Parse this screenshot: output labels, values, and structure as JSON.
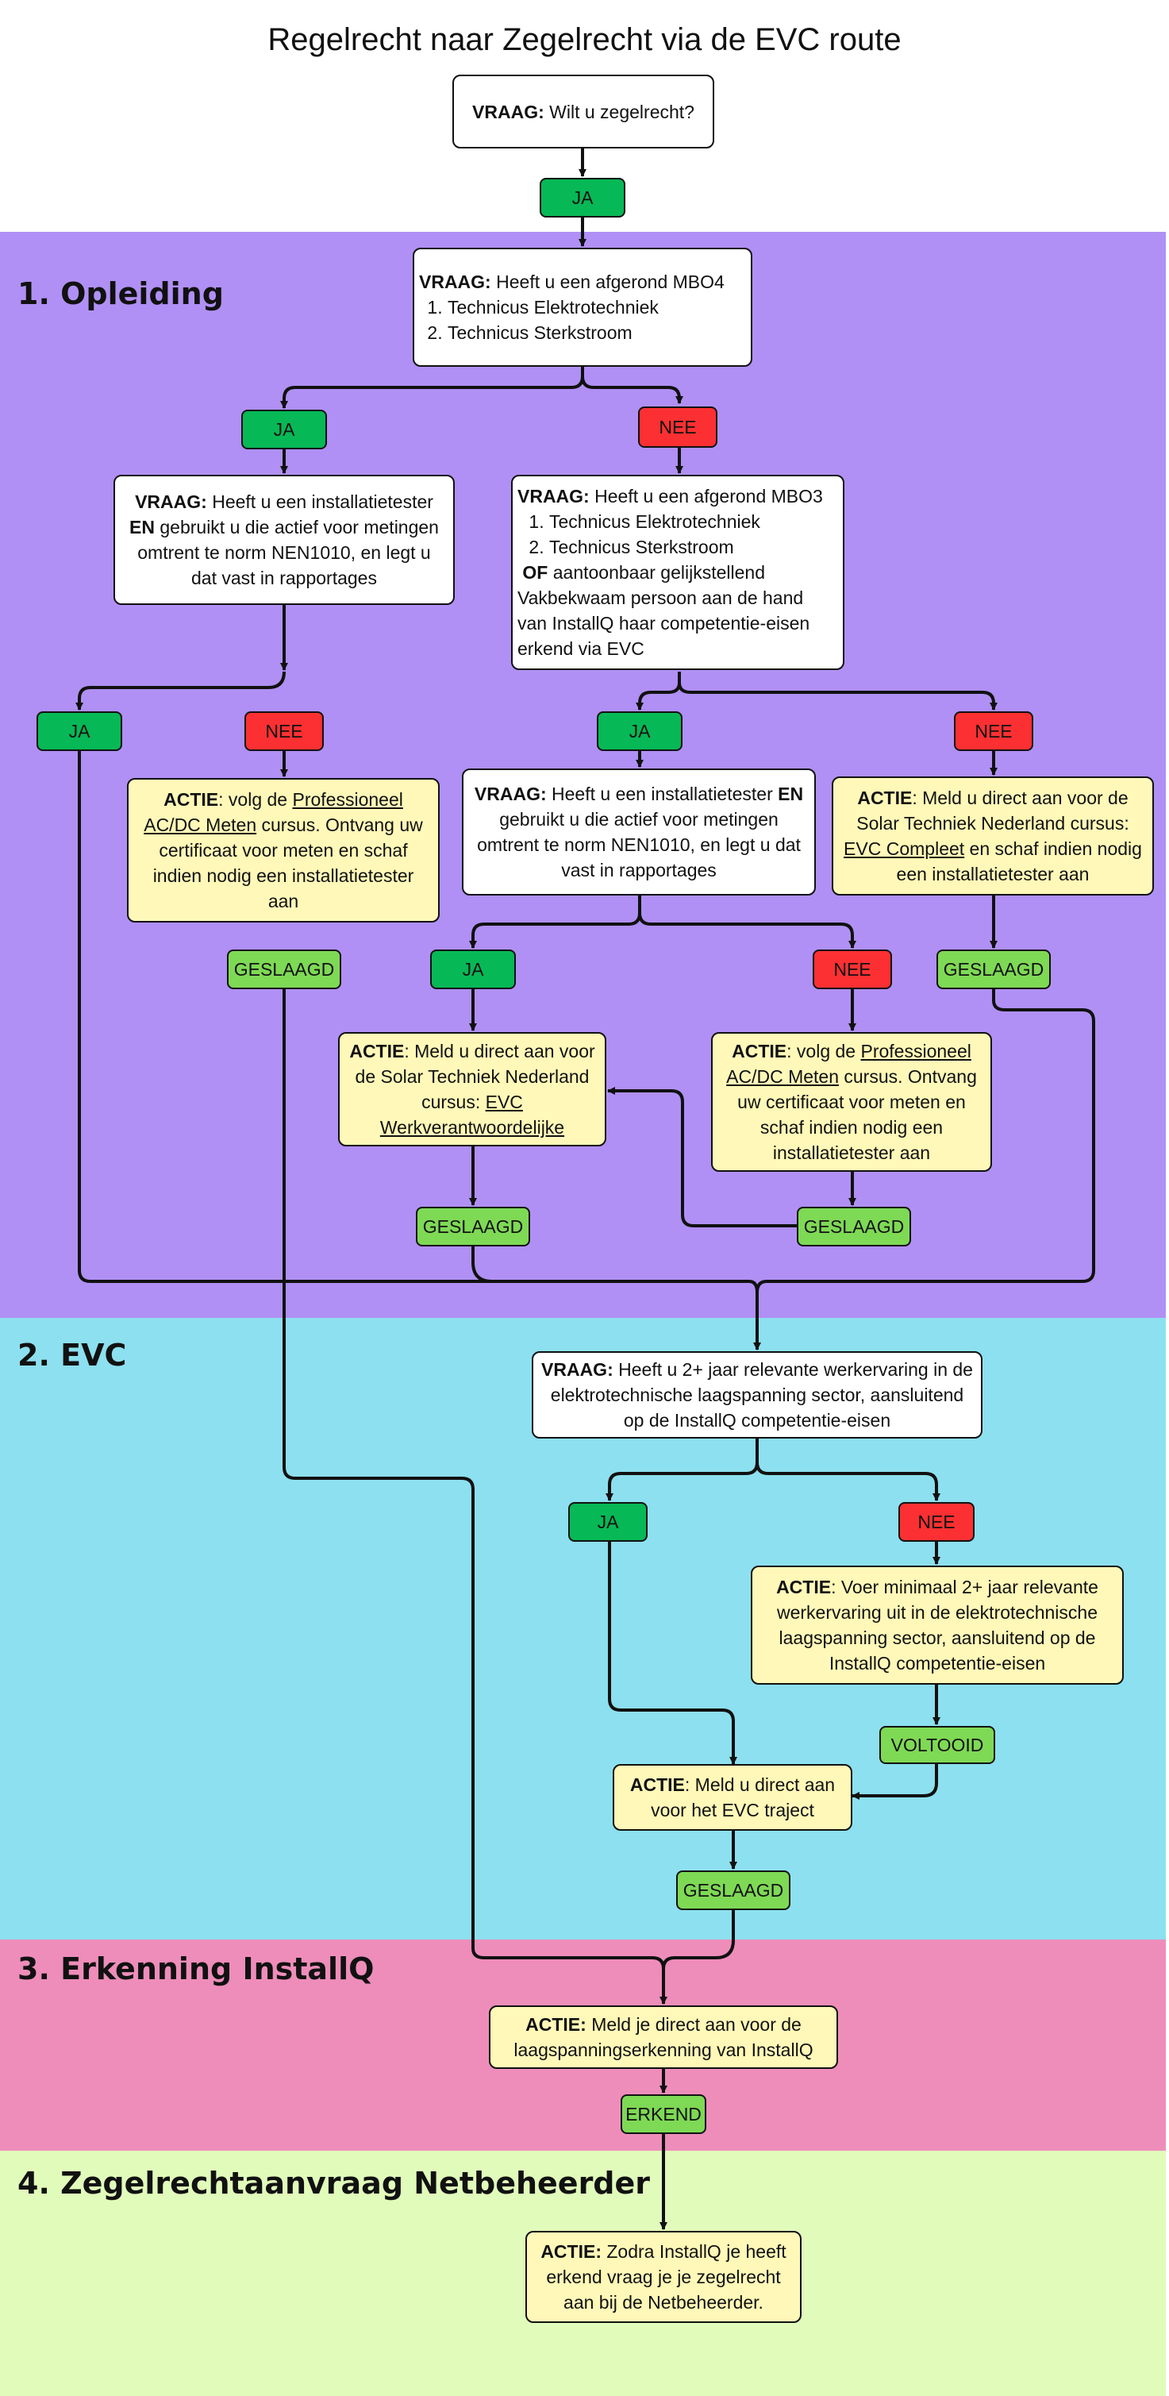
{
  "title": "Regelrecht naar Zegelrecht via de EVC route",
  "colors": {
    "opleiding_band": "#b090f4",
    "evc_band": "#8de0ef",
    "erkenning_band": "#ee8dba",
    "netbeheerder_band": "#e1fbbb",
    "ja": "#07b856",
    "nee": "#fc3032",
    "geslaagd": "#7ed955",
    "actie_box": "#fff8b8"
  },
  "sections": {
    "s1": "1. Opleiding",
    "s2": "2. EVC",
    "s3": "3. Erkenning InstallQ",
    "s4": "4. Zegelrechtaanvraag Netbeheerder"
  },
  "labels": {
    "vraag": "VRAAG:",
    "actie": "ACTIE",
    "actie_colon": "ACTIE:",
    "en": "EN",
    "of": "OF",
    "ja": "JA",
    "nee": "NEE",
    "geslaagd": "GESLAAGD",
    "voltooid": "VOLTOOID",
    "erkend": "ERKEND"
  },
  "q_zegelrecht": {
    "text": "Wilt u zegelrecht?"
  },
  "q_mbo4": {
    "text": "Heeft u een afgerond MBO4",
    "items": [
      "Technicus Elektrotechniek",
      "Technicus Sterkstroom"
    ]
  },
  "q_tester_left": {
    "pre": "Heeft u een installatietester",
    "post": "gebruikt u die actief voor metingen omtrent te norm NEN1010, en legt u dat vast in rapportages"
  },
  "q_mbo3": {
    "text": "Heeft u een afgerond MBO3",
    "items": [
      "Technicus Elektrotechniek",
      "Technicus Sterkstroom"
    ],
    "of_text": "aantoonbaar gelijkstellend Vakbekwaam persoon aan de hand van InstallQ haar competentie-eisen erkend via EVC"
  },
  "q_tester_mid": {
    "pre": "Heeft u een installatietester",
    "post": "gebruikt u die actief voor metingen omtrent te norm NEN1010, en legt u dat vast in rapportages"
  },
  "a_meten_left": {
    "pre": ": volg de ",
    "link": "Professioneel AC/DC Meten",
    "post": " cursus. Ontvang uw certificaat voor meten en schaf indien nodig een installatietester aan"
  },
  "a_evc_compleet": {
    "pre": ": Meld u direct aan voor de Solar Techniek Nederland cursus: ",
    "link": "EVC Compleet",
    "post": " en schaf indien nodig een installatietester aan"
  },
  "a_evc_werk": {
    "pre": ": Meld u direct aan voor de Solar Techniek Nederland cursus: ",
    "link": "EVC Werkverantwoordelijke"
  },
  "a_meten_right": {
    "pre": ": volg de ",
    "link": "Professioneel AC/DC Meten",
    "post": " cursus. Ontvang uw certificaat voor meten en schaf indien nodig een installatietester aan"
  },
  "q_werkervaring": {
    "text": "Heeft u 2+ jaar relevante werkervaring in de elektrotechnische laagspanning sector, aansluitend op de InstallQ competentie-eisen"
  },
  "a_werkervaring": {
    "text": ": Voer minimaal 2+ jaar relevante werkervaring uit in de elektrotechnische laagspanning sector, aansluitend op de InstallQ competentie-eisen"
  },
  "a_evc_traject": {
    "text": ": Meld u direct aan voor het EVC traject"
  },
  "a_installq": {
    "text": "Meld je direct aan voor de laagspanningserkenning van InstallQ"
  },
  "a_netbeheerder": {
    "text": "Zodra InstallQ je heeft erkend vraag je je zegelrecht aan bij de Netbeheerder."
  }
}
